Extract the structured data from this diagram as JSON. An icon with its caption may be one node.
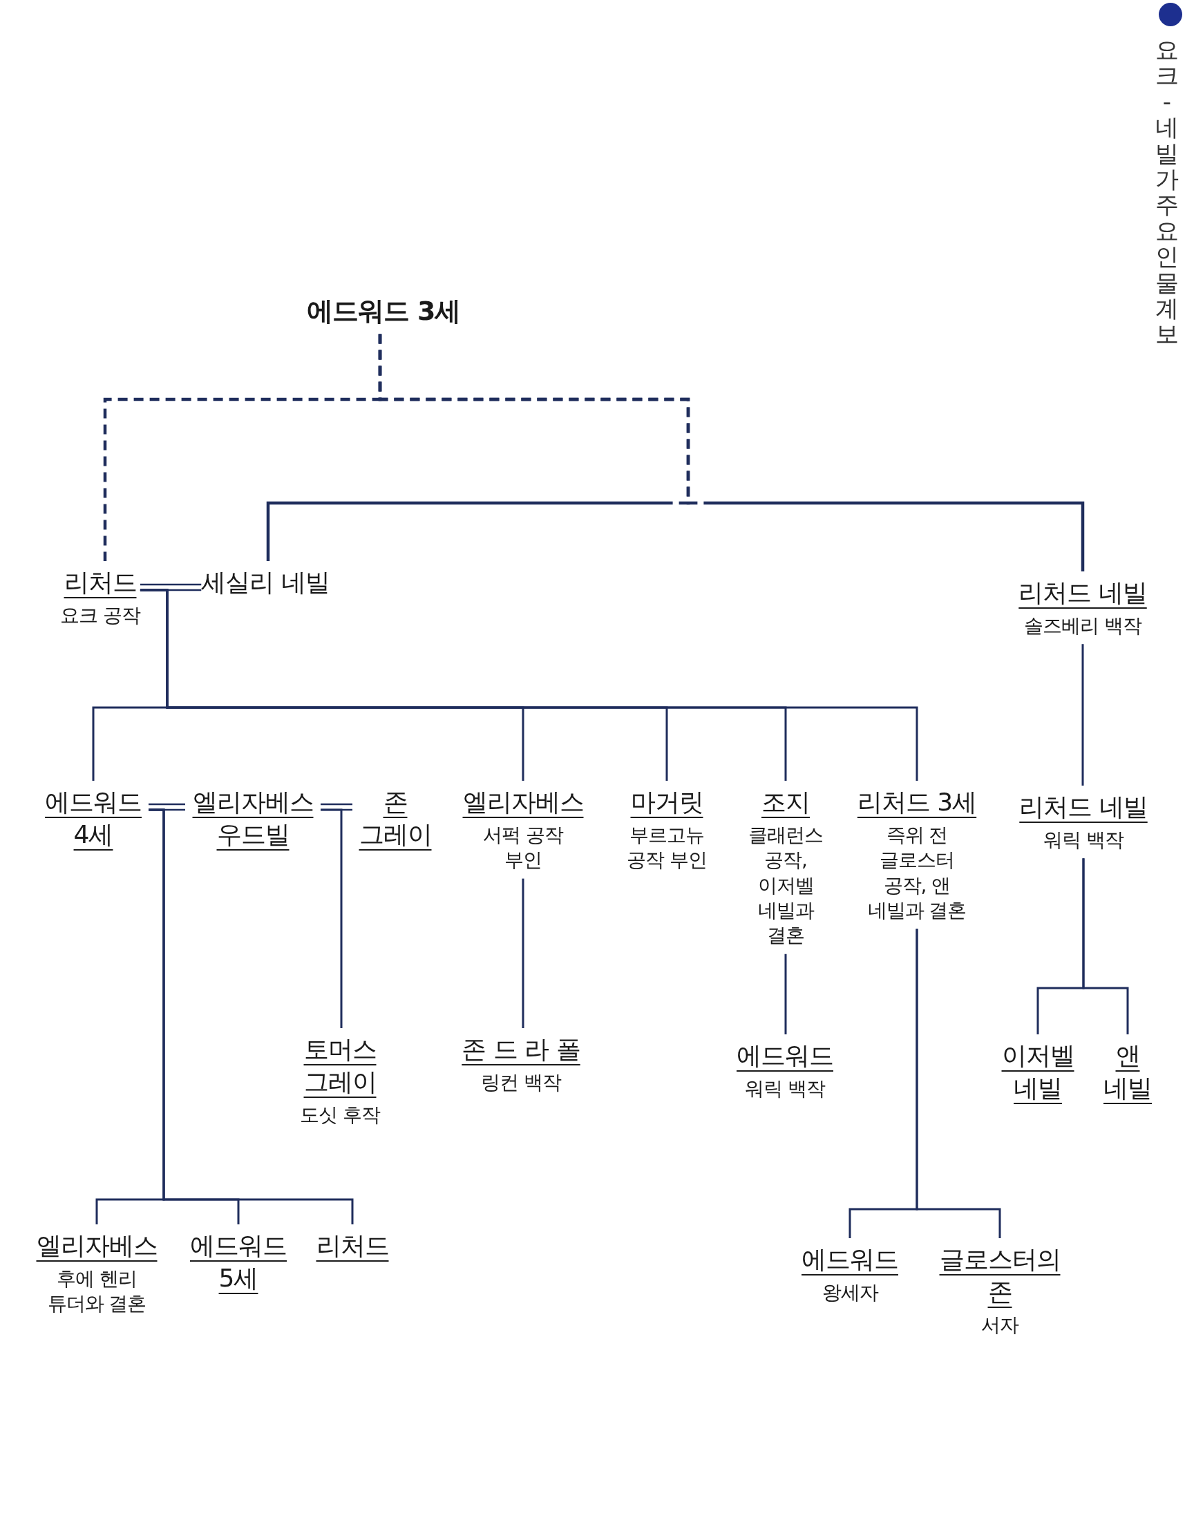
{
  "diagram": {
    "title": "요크-네빌가 주요 인물 계보",
    "nodes": [
      {
        "text": [
          "에드워드 3세"
        ]
      },
      {
        "text": [
          "리처드",
          "요크 공작"
        ]
      },
      {
        "text": [
          "세실리 네빌"
        ]
      },
      {
        "text": [
          "리처드 네빌",
          "솔즈베리 백작"
        ]
      },
      {
        "text": [
          "에드워드 4세"
        ]
      },
      {
        "text": [
          "엘리자베스 우드빌"
        ]
      },
      {
        "text": [
          "존 그레이"
        ]
      },
      {
        "text": [
          "엘리자베스",
          "서퍽 공작 부인"
        ]
      },
      {
        "text": [
          "마거릿",
          "부르고뉴 공작 부인"
        ]
      },
      {
        "text": [
          "조지",
          "클래런스 공작, 이저벨 네빌과 결혼"
        ]
      },
      {
        "text": [
          "리처드 3세",
          "즉위 전 글로스터 공작, 앤 네빌과 결혼"
        ]
      },
      {
        "text": [
          "리처드 네빌",
          "워릭 백작"
        ]
      },
      {
        "text": [
          "토머스 그레이",
          "도싯 후작"
        ]
      },
      {
        "text": [
          "존 드 라 폴",
          "링컨 백작"
        ]
      },
      {
        "text": [
          "에드워드",
          "워릭 백작"
        ]
      },
      {
        "text": [
          "이저벨 네빌"
        ]
      },
      {
        "text": [
          "앤 네빌"
        ]
      },
      {
        "text": [
          "엘리자베스",
          "후에 헨리 튜더와 결혼"
        ]
      },
      {
        "text": [
          "에드워드 5세"
        ]
      },
      {
        "text": [
          "리처드"
        ]
      },
      {
        "text": [
          "에드워드",
          "왕세자"
        ]
      },
      {
        "text": [
          "글로스터의 존",
          "서자"
        ]
      }
    ],
    "edges": [
      {
        "from": 0,
        "to": 1,
        "arrow": "none",
        "style": "dashed"
      },
      {
        "from": 0,
        "to": 2,
        "arrow": "none",
        "style": "dashed"
      },
      {
        "from": 0,
        "to": 3,
        "arrow": "none",
        "style": "dashed"
      },
      {
        "from": 1,
        "to": 2,
        "arrow": "none"
      },
      {
        "from": 1,
        "to": 4,
        "arrow": "none"
      },
      {
        "from": 1,
        "to": 7,
        "arrow": "none"
      },
      {
        "from": 1,
        "to": 8,
        "arrow": "none"
      },
      {
        "from": 1,
        "to": 9,
        "arrow": "none"
      },
      {
        "from": 1,
        "to": 10,
        "arrow": "none"
      },
      {
        "from": 4,
        "to": 5,
        "arrow": "none"
      },
      {
        "from": 5,
        "to": 6,
        "arrow": "none"
      },
      {
        "from": 4,
        "to": 17,
        "arrow": "none"
      },
      {
        "from": 4,
        "to": 18,
        "arrow": "none"
      },
      {
        "from": 4,
        "to": 19,
        "arrow": "none"
      },
      {
        "from": 5,
        "to": 12,
        "arrow": "none"
      },
      {
        "from": 7,
        "to": 13,
        "arrow": "none"
      },
      {
        "from": 9,
        "to": 14,
        "arrow": "none"
      },
      {
        "from": 10,
        "to": 20,
        "arrow": "none"
      },
      {
        "from": 10,
        "to": 21,
        "arrow": "none"
      },
      {
        "from": 3,
        "to": 11,
        "arrow": "none"
      },
      {
        "from": 11,
        "to": 15,
        "arrow": "none"
      },
      {
        "from": 11,
        "to": 16,
        "arrow": "none"
      }
    ]
  }
}
